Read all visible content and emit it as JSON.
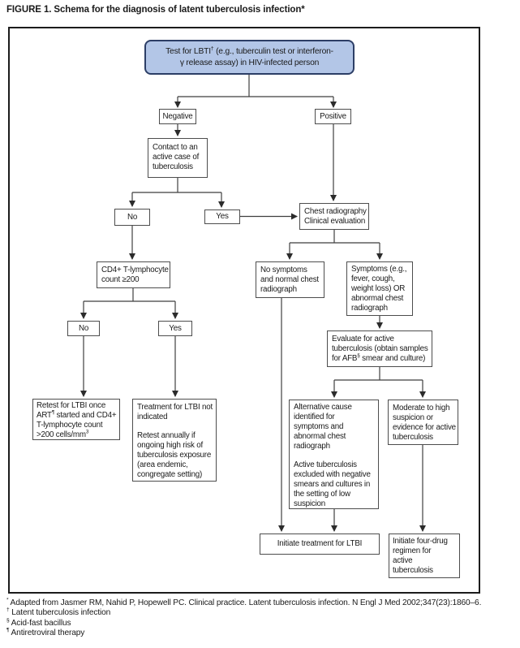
{
  "title": "FIGURE 1. Schema for the diagnosis of latent tuberculosis infection*",
  "colors": {
    "root_fill": "#b3c6e7",
    "root_border": "#2c3e66",
    "node_border": "#4d4d4d",
    "line": "#3f3f3f",
    "text": "#1a1a1a"
  },
  "flow": {
    "root": {
      "t1": "Test for LBTI",
      "sup": "†",
      "t2": " (e.g., tuberculin test or interferon-",
      "line2": "γ release assay) in HIV-infected person"
    },
    "negative": "Negative",
    "positive": "Positive",
    "contact": {
      "lines": [
        "Contact to an",
        "active case of",
        "tuberculosis"
      ]
    },
    "no1": "No",
    "yes1": "Yes",
    "chest": {
      "lines": [
        "Chest radiography",
        "Clinical evaluation"
      ]
    },
    "cd4": {
      "lines": [
        "CD4+ T-lymphocyte",
        "count ≥200"
      ]
    },
    "no2": "No",
    "yes2": "Yes",
    "retest": {
      "l1": "Retest for LTBI once",
      "l2a": "ART",
      "l2sup": "¶",
      "l2b": " started and CD4+",
      "l3": "T-lymphocyte count",
      "l4a": ">200 cells/mm",
      "l4sup": "3"
    },
    "treatment": {
      "p1": [
        "Treatment for LTBI not",
        "indicated"
      ],
      "p2": [
        "Retest annually if",
        "ongoing high risk of",
        "tuberculosis exposure",
        "(area endemic,",
        "congregate setting)"
      ]
    },
    "nosymp": {
      "lines": [
        "No symptoms",
        "and normal chest",
        "radiograph"
      ]
    },
    "symp": {
      "lines": [
        "Symptoms (e.g.,",
        "fever, cough,",
        "weight loss) OR",
        "abnormal chest",
        "radiograph"
      ]
    },
    "evaluate": {
      "l1": "Evaluate for active",
      "l2": "tuberculosis (obtain samples",
      "l3a": "for AFB",
      "l3sup": "§",
      "l3b": " smear and culture)"
    },
    "alternative": {
      "p1": [
        "Alternative cause",
        "identified for",
        "symptoms and",
        "abnormal chest",
        "radiograph"
      ],
      "p2": [
        "Active tuberculosis",
        "excluded with negative",
        "smears and cultures in",
        "the setting of low",
        "suspicion"
      ]
    },
    "moderate": {
      "lines": [
        "Moderate to high",
        "suspicion or",
        "evidence for active",
        "tuberculosis"
      ]
    },
    "initiate_ltbi": "Initiate treatment for LTBI",
    "fourdrug": {
      "lines": [
        "Initiate four-drug",
        "regimen for",
        "active",
        "tuberculosis"
      ]
    }
  },
  "footnotes": [
    {
      "marker": "*",
      "text": " Adapted from Jasmer RM, Nahid P, Hopewell PC. Clinical practice. Latent tuberculosis infection. N Engl J Med 2002;347(23):1860–6."
    },
    {
      "marker": "†",
      "text": " Latent tuberculosis infection"
    },
    {
      "marker": "§",
      "text": " Acid-fast bacillus"
    },
    {
      "marker": "¶",
      "text": " Antiretroviral therapy"
    }
  ]
}
